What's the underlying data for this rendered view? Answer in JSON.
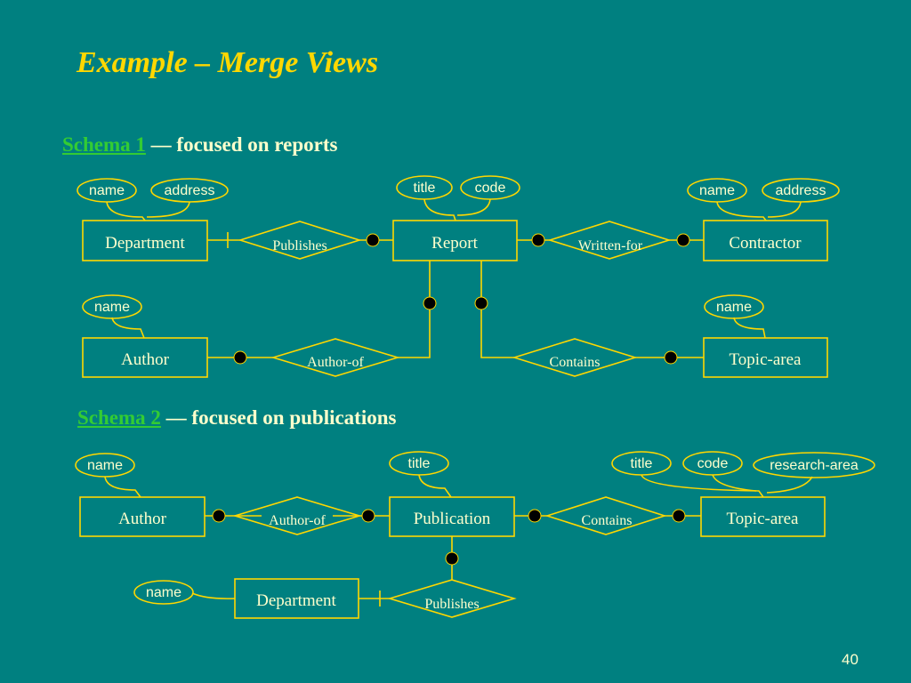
{
  "slide": {
    "title": "Example – Merge Views",
    "page_number": "40"
  },
  "schema1": {
    "link": "Schema 1",
    "rest": " — focused on reports",
    "entities": {
      "department": "Department",
      "report": "Report",
      "contractor": "Contractor",
      "author": "Author",
      "topic_area": "Topic-area"
    },
    "relationships": {
      "publishes": "Publishes",
      "written_for": "Written-for",
      "author_of": "Author-of",
      "contains": "Contains"
    },
    "attributes": {
      "department_name": "name",
      "department_address": "address",
      "report_title": "title",
      "report_code": "code",
      "contractor_name": "name",
      "contractor_address": "address",
      "author_name": "name",
      "topic_name": "name"
    }
  },
  "schema2": {
    "link": "Schema 2",
    "rest": " — focused on publications",
    "entities": {
      "author": "Author",
      "publication": "Publication",
      "topic_area": "Topic-area",
      "department": "Department"
    },
    "relationships": {
      "author_of": "Author-of",
      "contains": "Contains",
      "publishes": "Publishes"
    },
    "attributes": {
      "author_name": "name",
      "publication_title": "title",
      "topic_title": "title",
      "topic_code": "code",
      "topic_research_area": "research-area",
      "department_name": "name"
    }
  },
  "colors": {
    "background": "#008080",
    "title": "#FFD700",
    "text": "#FFFFCC",
    "link": "#33CC33",
    "lines": "#FFD700",
    "dot": "#000000"
  }
}
